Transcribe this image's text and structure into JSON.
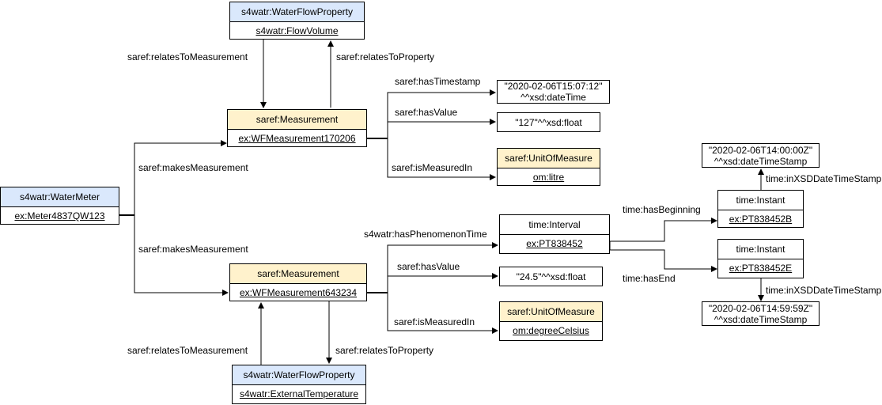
{
  "nodes": {
    "flow_property_top": {
      "type": "s4watr:WaterFlowProperty",
      "instance": "s4watr:FlowVolume"
    },
    "measurement_1": {
      "type": "saref:Measurement",
      "instance": "ex:WFMeasurement170206"
    },
    "water_meter": {
      "type": "s4watr:WaterMeter",
      "instance": "ex:Meter4837QW123"
    },
    "unit_1": {
      "type": "saref:UnitOfMeasure",
      "instance": "om:litre"
    },
    "interval": {
      "type": "time:Interval",
      "instance": "ex:PT838452"
    },
    "instant_begin": {
      "type": "time:Instant",
      "instance": "ex:PT838452B"
    },
    "instant_end": {
      "type": "time:Instant",
      "instance": "ex:PT838452E"
    },
    "measurement_2": {
      "type": "saref:Measurement",
      "instance": "ex:WFMeasurement643234"
    },
    "unit_2": {
      "type": "saref:UnitOfMeasure",
      "instance": "om:degreeCelsius"
    },
    "flow_property_bottom": {
      "type": "s4watr:WaterFlowProperty",
      "instance": "s4watr:ExternalTemperature"
    }
  },
  "literals": {
    "timestamp": {
      "line1": "\"2020-02-06T15:07:12\"",
      "line2": "^^xsd:dateTime"
    },
    "value_1": {
      "line1": "\"127\"^^xsd:float"
    },
    "begin_time": {
      "line1": "\"2020-02-06T14:00:00Z\"",
      "line2": "^^xsd:dateTimeStamp"
    },
    "end_time": {
      "line1": "\"2020-02-06T14:59:59Z\"",
      "line2": "^^xsd:dateTimeStamp"
    },
    "value_2": {
      "line1": "\"24.5\"^^xsd:float"
    }
  },
  "edges": {
    "relates_to_measurement_top": "saref:relatesToMeasurement",
    "relates_to_property_top": "saref:relatesToProperty",
    "has_timestamp": "saref:hasTimestamp",
    "has_value_1": "saref:hasValue",
    "is_measured_in_1": "saref:isMeasuredIn",
    "makes_measurement_1": "saref:makesMeasurement",
    "makes_measurement_2": "saref:makesMeasurement",
    "has_phenomenon_time": "s4watr:hasPhenomenonTime",
    "has_beginning": "time:hasBeginning",
    "has_end": "time:hasEnd",
    "in_xsd_begin": "time:inXSDDateTimeStamp",
    "in_xsd_end": "time:inXSDDateTimeStamp",
    "has_value_2": "saref:hasValue",
    "is_measured_in_2": "saref:isMeasuredIn",
    "relates_to_measurement_bottom": "saref:relatesToMeasurement",
    "relates_to_property_bottom": "saref:relatesToProperty"
  },
  "colors": {
    "class_blue": "#dae8fc",
    "class_yellow": "#fff2cc",
    "line": "#000000"
  }
}
